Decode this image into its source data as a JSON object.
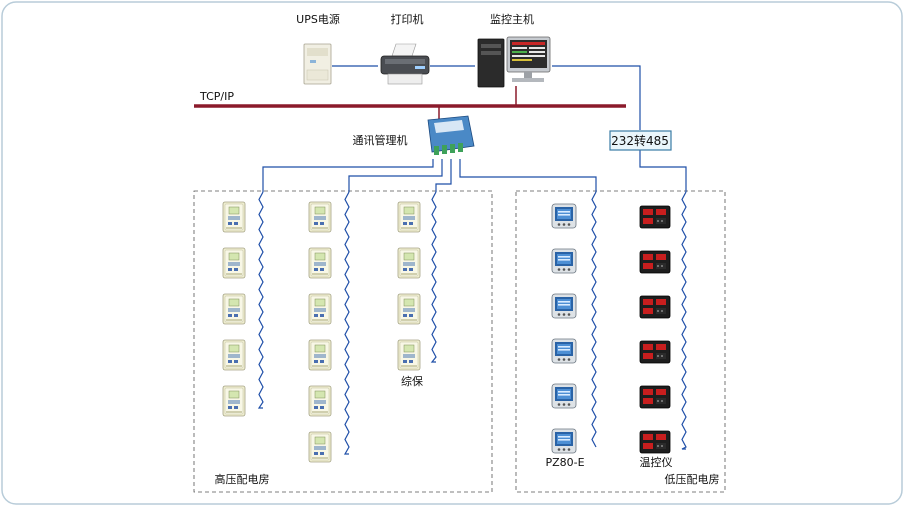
{
  "labels": {
    "ups": "UPS电源",
    "printer": "打印机",
    "host": "监控主机",
    "bus": "TCP/IP",
    "gateway": "通讯管理机",
    "converter": "232转485",
    "protector": "综保",
    "hv_room": "高压配电房",
    "meter": "PZ80-E",
    "thermo": "温控仪",
    "lv_room": "低压配电房"
  },
  "groups": {
    "hv_columns": [
      5,
      6,
      4
    ],
    "lv_columns": [
      6,
      6
    ]
  },
  "colors": {
    "border": "#b8ccd9",
    "bus": "#8b1a2b",
    "wire": "#1f4fa8",
    "dashed": "#555555",
    "converter_fill": "#eaf6fb",
    "converter_stroke": "#3a7ca5"
  },
  "icons": {
    "ups": "ups-cabinet-icon",
    "printer": "printer-icon",
    "host": "computer-workstation-icon",
    "gateway": "communication-manager-icon",
    "protector": "relay-protector-icon",
    "meter": "power-meter-icon",
    "thermo": "temperature-controller-icon"
  }
}
